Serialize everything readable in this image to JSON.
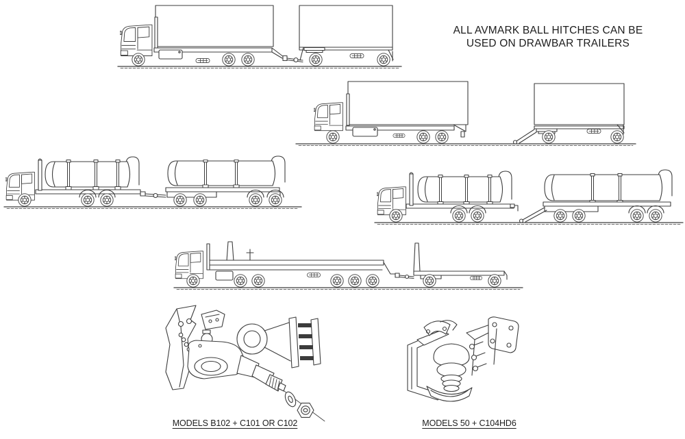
{
  "page": {
    "background": "#ffffff",
    "line_art_color": "#3c3c3c",
    "text_color": "#1c1c1c"
  },
  "heading": {
    "line1": "ALL AVMARK BALL HITCHES CAN BE",
    "line2": "USED ON DRAWBAR TRAILERS"
  },
  "captions": {
    "left_models": "MODELS B102 + C101 OR C102",
    "right_models": "MODELS 50 + C104HD6"
  }
}
